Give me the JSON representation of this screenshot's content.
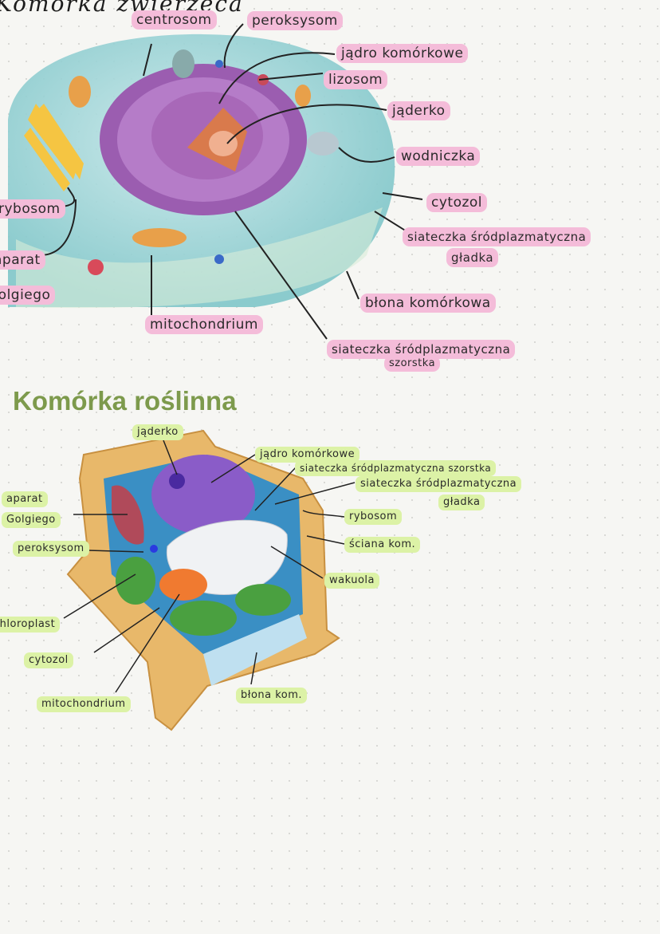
{
  "animal_cell": {
    "title": "Komórka zwierzęca",
    "labels": {
      "centrosome": "centrosom",
      "peroxisome": "peroksysom",
      "nucleus": "jądro komórkowe",
      "lysosome": "lizosom",
      "nucleolus": "jąderko",
      "vacuole": "wodniczka",
      "cytosol": "cytozol",
      "smooth_er_1": "siateczka śródplazmatyczna",
      "smooth_er_2": "gładka",
      "cell_membrane": "błona komórkowa",
      "mitochondrion": "mitochondrium",
      "rough_er_1": "siateczka śródplazmatyczna",
      "rough_er_2": "szorstka",
      "ribosome": "rybosom",
      "golgi_1": "aparat",
      "golgi_2": "Golgiego"
    },
    "highlight_color": "#f4bcd9"
  },
  "plant_cell": {
    "title": "Komórka roślinna",
    "labels": {
      "nucleolus": "jąderko",
      "nucleus": "jądro komórkowe",
      "rough_er": "siateczka śródplazmatyczna szorstka",
      "smooth_er_1": "siateczka śródplazmatyczna",
      "smooth_er_2": "gładka",
      "ribosome": "rybosom",
      "cell_wall": "ściana kom.",
      "vacuole": "wakuola",
      "golgi_1": "aparat",
      "golgi_2": "Golgiego",
      "peroxisome": "peroksysom",
      "chloroplast": "chloroplast",
      "cytosol": "cytozol",
      "mitochondrion": "mitochondrium",
      "cell_membrane": "błona kom."
    },
    "highlight_color": "#dcf2a6",
    "title_color": "#7d9a4c"
  }
}
